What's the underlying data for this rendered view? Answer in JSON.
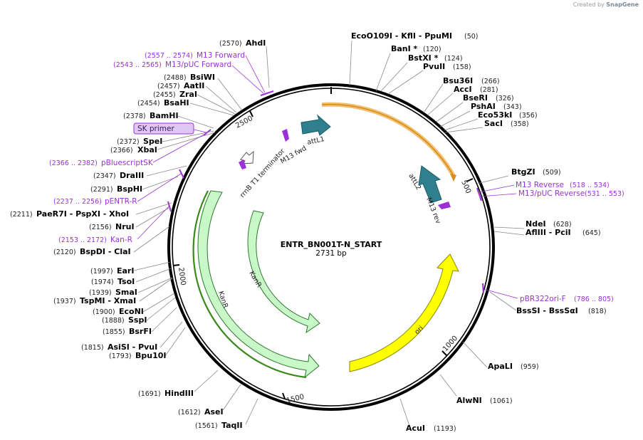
{
  "credit": {
    "prefix": "Created by",
    "brand": "SnapGene"
  },
  "plasmid": {
    "name": "ENTR_BN001T-N_START",
    "length_label": "2731 bp",
    "length": 2731
  },
  "ticks": [
    {
      "label": "500",
      "pos": 500
    },
    {
      "label": "1000",
      "pos": 1000
    },
    {
      "label": "1500",
      "pos": 1500
    },
    {
      "label": "2000",
      "pos": 2000
    },
    {
      "label": "2500",
      "pos": 2500
    }
  ],
  "features": [
    {
      "name": "attL1",
      "type": "arrow",
      "color": "#2f7f8f"
    },
    {
      "name": "attL2",
      "type": "arrow",
      "color": "#2f7f8f"
    },
    {
      "name": "M13 fwd",
      "type": "primer-mark",
      "color": "#9b30d9"
    },
    {
      "name": "M13 rev",
      "type": "primer-mark",
      "color": "#9b30d9"
    },
    {
      "name": "rrnB T1 terminator",
      "type": "terminator",
      "color": "#ffffff"
    },
    {
      "name": "KanR",
      "type": "arc",
      "color": "#c8f7c8"
    },
    {
      "name": "KanR",
      "type": "arc",
      "color": "#c8f7c8"
    },
    {
      "name": "ori",
      "type": "arc",
      "color": "#ffff00"
    }
  ],
  "enzymes": [
    {
      "id": "ahdi",
      "name": "AhdI",
      "pos": "(2570)"
    },
    {
      "id": "bsiwi",
      "name": "BsiWI",
      "pos": "(2488)"
    },
    {
      "id": "aatii",
      "name": "AatII",
      "pos": "(2457)"
    },
    {
      "id": "zrai",
      "name": "ZraI",
      "pos": "(2455)"
    },
    {
      "id": "bsahi",
      "name": "BsaHI",
      "pos": "(2454)"
    },
    {
      "id": "bamhi",
      "name": "BamHI",
      "pos": "(2378)"
    },
    {
      "id": "spei",
      "name": "SpeI",
      "pos": "(2372)"
    },
    {
      "id": "xbai",
      "name": "XbaI",
      "pos": "(2366)"
    },
    {
      "id": "draiii",
      "name": "DraIII",
      "pos": "(2347)"
    },
    {
      "id": "bsphi",
      "name": "BspHI",
      "pos": "(2291)"
    },
    {
      "id": "paer7i",
      "name": "PaeR7I - PspXI - XhoI",
      "pos": "(2211)"
    },
    {
      "id": "drui",
      "name": "NruI",
      "pos": "(2156)"
    },
    {
      "id": "bspdi",
      "name": "BspDI - ClaI",
      "pos": "(2120)"
    },
    {
      "id": "eari",
      "name": "EarI",
      "pos": "(1997)"
    },
    {
      "id": "tsoi",
      "name": "TsoI",
      "pos": "(1974)"
    },
    {
      "id": "smai",
      "name": "SmaI",
      "pos": "(1939)"
    },
    {
      "id": "tspmi",
      "name": "TspMI - XmaI",
      "pos": "(1937)"
    },
    {
      "id": "ecoNI",
      "name": "EcoNI",
      "pos": "(1900)"
    },
    {
      "id": "sspi",
      "name": "SspI",
      "pos": "(1888)"
    },
    {
      "id": "bsrfi",
      "name": "BsrFI",
      "pos": "(1855)"
    },
    {
      "id": "asisi",
      "name": "AsiSI - PvuI",
      "pos": "(1815)"
    },
    {
      "id": "bpu10i",
      "name": "Bpu10I",
      "pos": "(1793)"
    },
    {
      "id": "hindiii",
      "name": "HindIII",
      "pos": "(1691)"
    },
    {
      "id": "asei",
      "name": "AseI",
      "pos": "(1612)"
    },
    {
      "id": "taqii",
      "name": "TaqII",
      "pos": "(1561)"
    },
    {
      "id": "ecoo109i",
      "name": "EcoO109I - KflI - PpuMI",
      "pos": "(50)"
    },
    {
      "id": "bani",
      "name": "BanI *",
      "pos": "(120)"
    },
    {
      "id": "bstxi",
      "name": "BstXI *",
      "pos": "(124)"
    },
    {
      "id": "pvuii",
      "name": "PvuII",
      "pos": "(158)"
    },
    {
      "id": "bsu36i",
      "name": "Bsu36I",
      "pos": "(266)"
    },
    {
      "id": "acci",
      "name": "AccI",
      "pos": "(281)"
    },
    {
      "id": "bseri",
      "name": "BseRI",
      "pos": "(326)"
    },
    {
      "id": "pshai",
      "name": "PshAI",
      "pos": "(343)"
    },
    {
      "id": "eco53ki",
      "name": "Eco53kI",
      "pos": "(356)"
    },
    {
      "id": "saci",
      "name": "SacI",
      "pos": "(358)"
    },
    {
      "id": "btgzi",
      "name": "BtgZI",
      "pos": "(509)"
    },
    {
      "id": "ndei",
      "name": "NdeI",
      "pos": "(628)"
    },
    {
      "id": "afliii",
      "name": "AflIII - PciI",
      "pos": "(645)"
    },
    {
      "id": "bsssi",
      "name": "BssSI - BssSαI",
      "pos": "(818)"
    },
    {
      "id": "apali",
      "name": "ApaLI",
      "pos": "(959)"
    },
    {
      "id": "alwni",
      "name": "AlwNI",
      "pos": "(1061)"
    },
    {
      "id": "acui",
      "name": "AcuI",
      "pos": "(1193)"
    }
  ],
  "primers": [
    {
      "id": "m13fwd",
      "name": "M13 Forward",
      "pos": "(2557 .. 2574)"
    },
    {
      "id": "m13puc-fwd",
      "name": "M13/pUC Forward",
      "pos": "(2543 .. 2565)"
    },
    {
      "id": "sk-primer",
      "name": "SK primer",
      "pos": ""
    },
    {
      "id": "pbluescript",
      "name": "pBluescriptSK",
      "pos": "(2366 .. 2382)"
    },
    {
      "id": "pentr-r",
      "name": "pENTR-R",
      "pos": "(2237 .. 2256)"
    },
    {
      "id": "kan-r",
      "name": "Kan-R",
      "pos": "(2153 .. 2172)"
    },
    {
      "id": "m13rev",
      "name": "M13 Reverse",
      "pos": "(518 .. 534)"
    },
    {
      "id": "m13puc-rev",
      "name": "M13/pUC Reverse",
      "pos": "(531 .. 553)"
    },
    {
      "id": "pbr322ori",
      "name": "pBR322ori-F",
      "pos": "(786 .. 805)"
    }
  ]
}
